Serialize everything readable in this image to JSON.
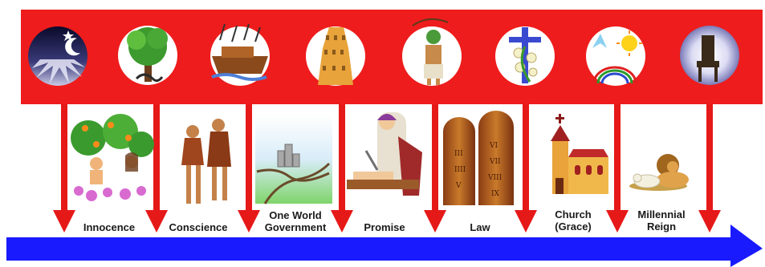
{
  "colors": {
    "band": "#ee1c1c",
    "arrow": "#e61919",
    "timeline": "#1a1aff",
    "circle": "#ffffff"
  },
  "dispensations": [
    {
      "label": "Innocence",
      "icon": "night-sky-moon-icon"
    },
    {
      "label": "Conscience",
      "icon": "tree-with-serpent-icon"
    },
    {
      "label": "One World\nGovernment",
      "icon": "ark-in-rain-icon"
    },
    {
      "label": "Promise",
      "icon": "tower-of-babel-icon"
    },
    {
      "label": "Law",
      "icon": "pharaoh-with-whip-icon"
    },
    {
      "label": "Church\n(Grace)",
      "icon": "cross-with-flowers-icon"
    },
    {
      "label": "Millennial\nReign",
      "icon": "rainbow-sun-icon"
    },
    {
      "label": "",
      "icon": "throne-in-light-icon"
    }
  ],
  "scenes": [
    {
      "icon": "adam-eve-garden-icon"
    },
    {
      "icon": "adam-eve-expelled-icon"
    },
    {
      "icon": "landscape-with-city-icon"
    },
    {
      "icon": "abraham-isaac-icon"
    },
    {
      "icon": "stone-tablets-icon"
    },
    {
      "icon": "church-building-icon"
    },
    {
      "icon": "lion-and-lamb-icon"
    }
  ]
}
